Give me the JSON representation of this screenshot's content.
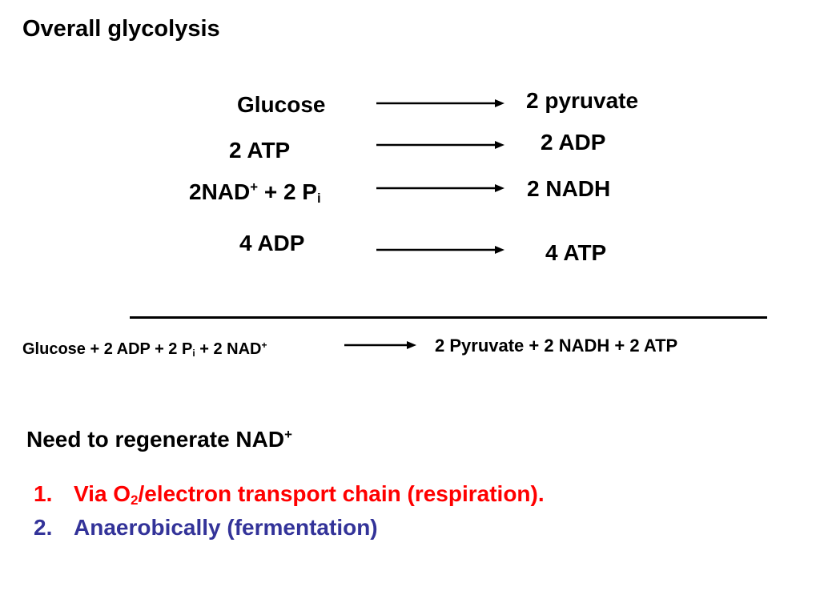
{
  "slide": {
    "title": "Overall glycolysis",
    "equations": [
      {
        "left": "Glucose",
        "right": "2 pyruvate"
      },
      {
        "left": "2 ATP",
        "right": "2 ADP"
      },
      {
        "left_main": "2NAD",
        "left_sup": "+",
        "left_rest": " + 2 P",
        "left_sub": "i",
        "right": "2 NADH"
      },
      {
        "left": "4 ADP",
        "right": "4 ATP"
      }
    ],
    "net": {
      "left_a": "Glucose + 2 ADP + 2 P",
      "left_sub": "i",
      "left_b": " + 2 NAD",
      "left_sup": "+",
      "right": "2 Pyruvate + 2 NADH + 2 ATP"
    },
    "note": {
      "text": "Need to regenerate NAD",
      "sup": "+"
    },
    "list": [
      {
        "num": "1.",
        "pre": "Via O",
        "sub": "2",
        "post": "/electron transport chain (respiration).",
        "color": "#ff0000"
      },
      {
        "num": "2.",
        "text": "Anaerobically (fermentation)",
        "color": "#333399"
      }
    ]
  }
}
